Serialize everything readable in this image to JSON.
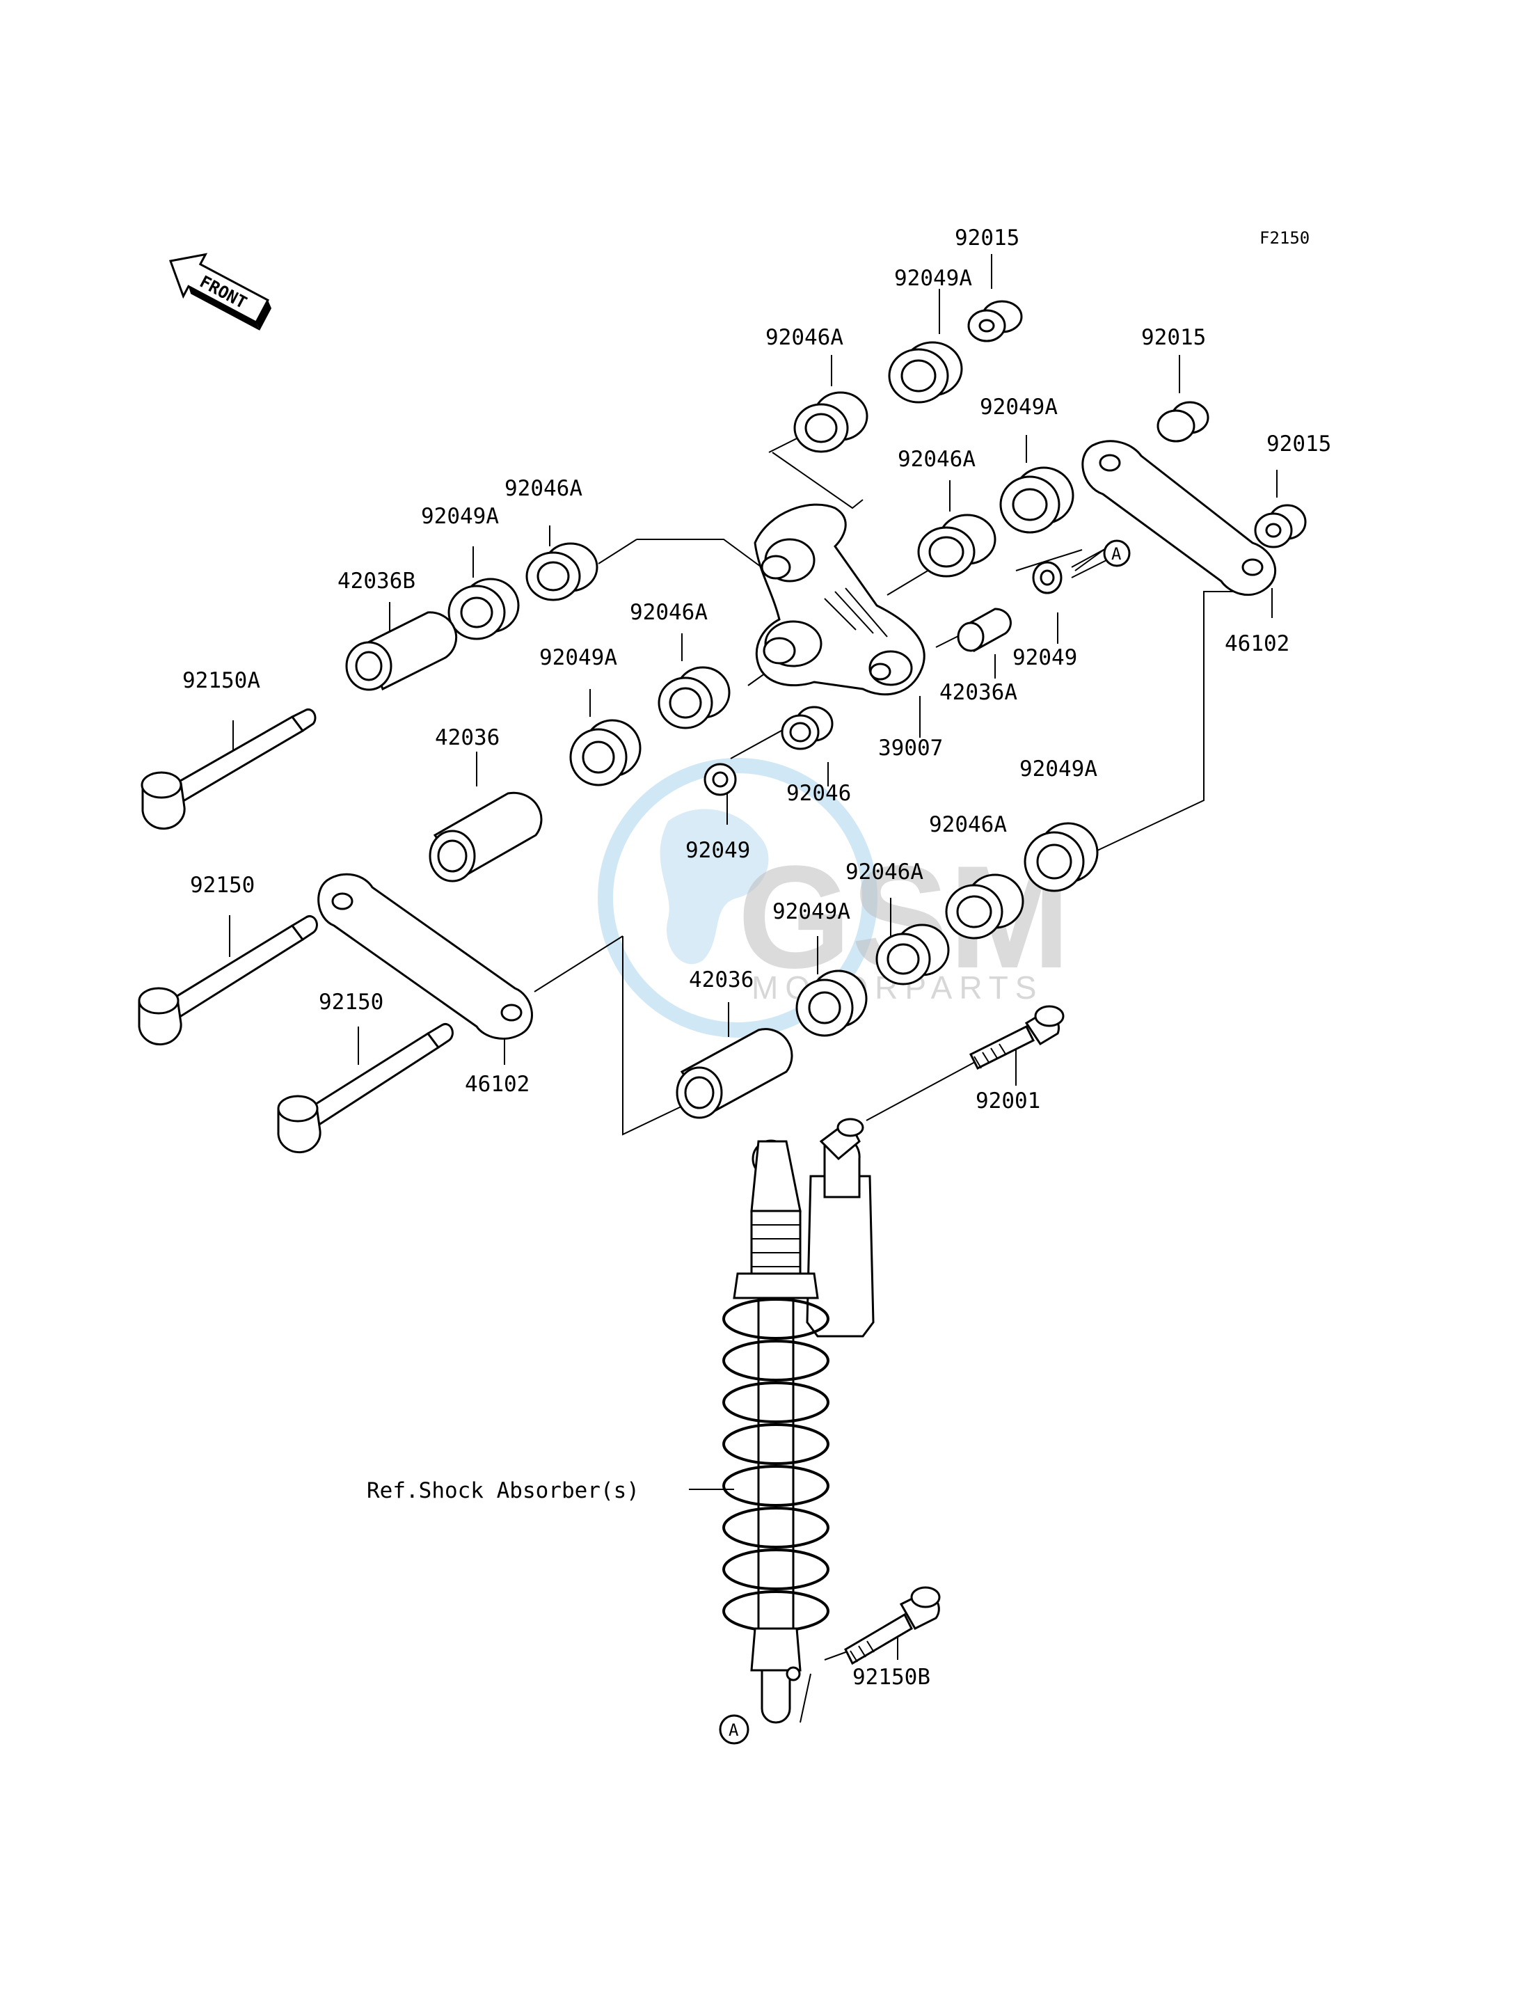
{
  "figure_code": "F2150",
  "front_label": "FRONT",
  "watermark": {
    "main": "GSM",
    "sub": "MOTORPARTS",
    "accent": "#a9d3ee"
  },
  "callout_a": "A",
  "callouts": {
    "p92015_1": "92015",
    "p92049A_1": "92049A",
    "p92046A_1": "92046A",
    "p92015_2": "92015",
    "p92049A_2": "92049A",
    "p92015_3": "92015",
    "p92046A_2": "92046A",
    "p92046A_3": "92046A",
    "p92049A_3": "92049A",
    "p42036B": "42036B",
    "p92046A_4": "92046A",
    "p92049A_4": "92049A",
    "p92049_1": "92049",
    "p46102_1": "46102",
    "p92150A": "92150A",
    "p42036A": "42036A",
    "p39007": "39007",
    "p42036_1": "42036",
    "p92046": "92046",
    "p92049A_5": "92049A",
    "p92046A_5": "92046A",
    "p92049_2": "92049",
    "p92150_1": "92150",
    "p92046A_6": "92046A",
    "p92049A_6": "92049A",
    "p42036_2": "42036",
    "p92150_2": "92150",
    "p46102_2": "46102",
    "p92001": "92001",
    "shock_ref": "Ref.Shock Absorber(s)",
    "p92150B": "92150B"
  }
}
